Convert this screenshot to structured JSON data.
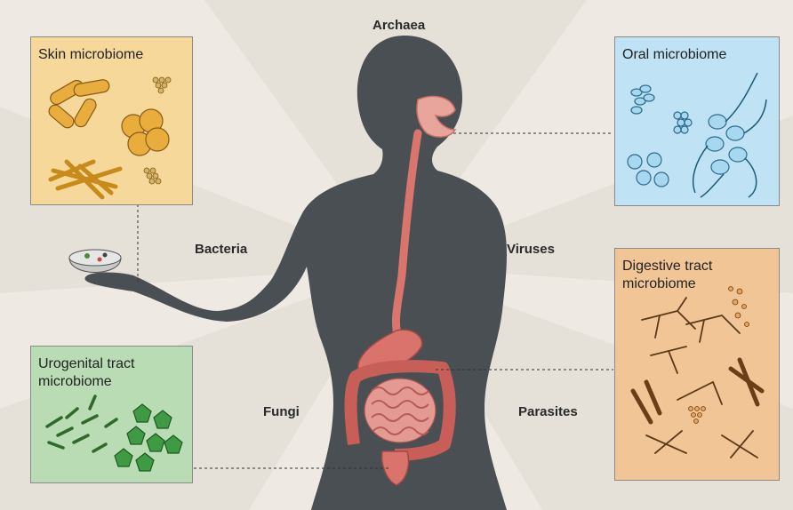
{
  "categories": {
    "archaea": "Archaea",
    "bacteria": "Bacteria",
    "viruses": "Viruses",
    "fungi": "Fungi",
    "parasites": "Parasites"
  },
  "panels": {
    "skin": "Skin microbiome",
    "oral": "Oral microbiome",
    "digestive": "Digestive tract\nmicrobiome",
    "urogenital": "Urogenital tract\nmicrobiome"
  },
  "colors": {
    "skin": "#f6d99a",
    "oral": "#bfe3f5",
    "digestive": "#f2c597",
    "urogenital": "#b9dcb5",
    "silhouette": "#4a4f54",
    "organ": "#d9736c"
  }
}
